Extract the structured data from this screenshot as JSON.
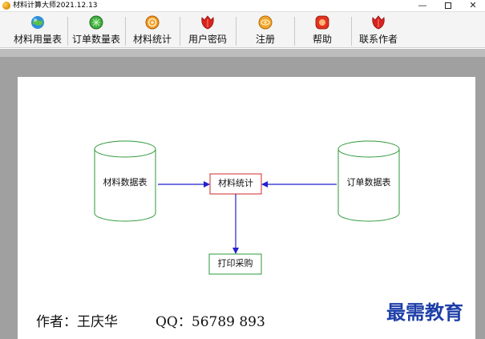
{
  "window": {
    "title": "材料计算大师2021.12.13",
    "minimize_glyph": "—",
    "close_glyph": "✕"
  },
  "toolbar": {
    "items": [
      {
        "label": "材料用量表",
        "icon": "globe-icon"
      },
      {
        "label": "订单数量表",
        "icon": "green-orb-icon"
      },
      {
        "label": "材料统计",
        "icon": "orange-swirl-icon"
      },
      {
        "label": "用户密码",
        "icon": "red-flower-icon"
      },
      {
        "label": "注册",
        "icon": "orange-orb-icon"
      },
      {
        "label": "帮助",
        "icon": "red-square-icon"
      },
      {
        "label": "联系作者",
        "icon": "red-flower-icon"
      }
    ]
  },
  "diagram": {
    "nodes": {
      "materials_db": "材料数据表",
      "orders_db": "订单数据表",
      "stats": "材料统计",
      "print": "打印采购"
    },
    "colors": {
      "cylinder": "#2e9a3a",
      "stats_box": "#cc2b2b",
      "print_box": "#2e9a3a",
      "arrow": "#2222cc"
    }
  },
  "footer": {
    "author": "作者：王庆华",
    "qq": "QQ：56789 893"
  },
  "watermark": "最需教育"
}
